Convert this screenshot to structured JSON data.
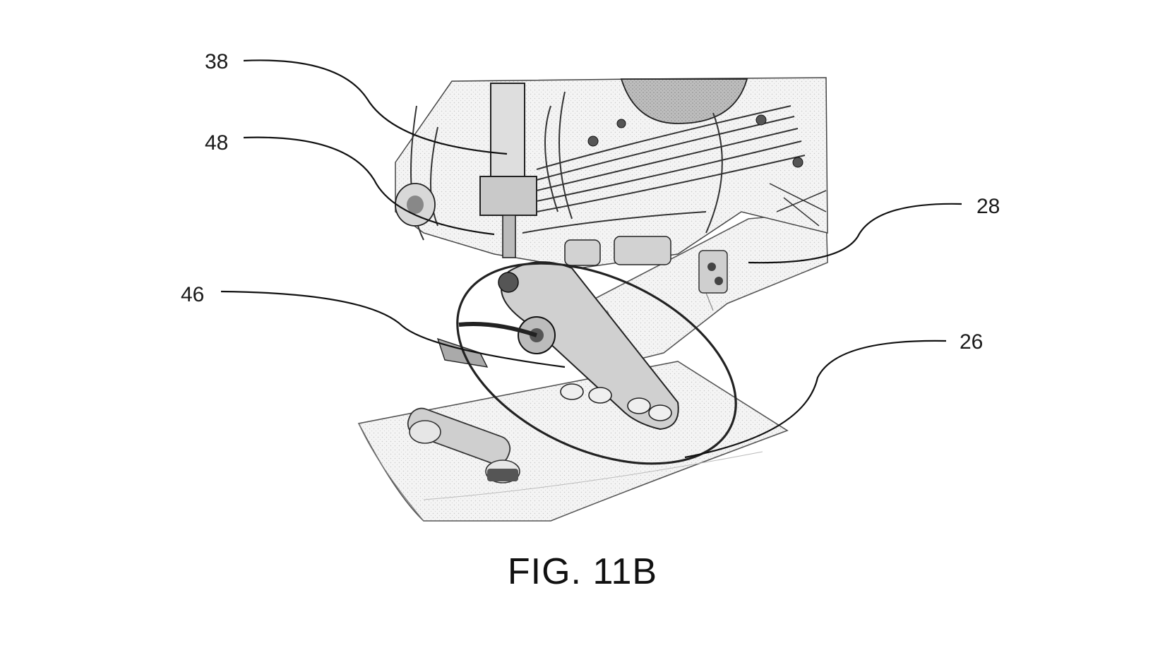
{
  "figure": {
    "caption": "FIG. 11B",
    "reference_numerals": {
      "n38": "38",
      "n48": "48",
      "n46": "46",
      "n28": "28",
      "n26": "26"
    }
  }
}
